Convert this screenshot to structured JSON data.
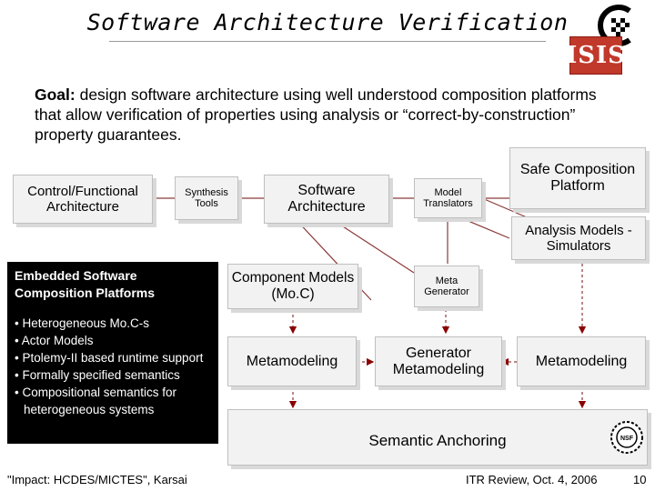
{
  "title": "Software Architecture Verification",
  "goal": {
    "lead": "Goal:",
    "text": " design software architecture using well understood composition platforms that allow verification of properties using analysis or “correct-by-construction” property guarantees."
  },
  "boxes": {
    "control": "Control/Functional Architecture",
    "synthesis": "Synthesis Tools",
    "software_arch": "Software Architecture",
    "model_translators": "Model Translators",
    "safe_platform": "Safe Composition Platform",
    "analysis_models": "Analysis Models - Simulators",
    "component_models": "Component Models (Mo.C)",
    "meta_generator": "Meta Generator",
    "metamodeling_left": "Metamodeling",
    "generator_metamodeling": "Generator Metamodeling",
    "metamodeling_right": "Metamodeling",
    "semantic_anchoring": "Semantic Anchoring"
  },
  "embedded": {
    "title": "Embedded Software Composition Platforms",
    "bullets": [
      "• Heterogeneous  Mo.C-s",
      "• Actor Models",
      "• Ptolemy-II based runtime support",
      "• Formally specified semantics",
      "• Compositional semantics for heterogeneous systems"
    ]
  },
  "footer": {
    "left": "\"Impact: HCDES/MICTES\", Karsai",
    "center": "ITR Review, Oct. 4, 2006",
    "page": "10"
  },
  "logos": {
    "isis_text": "ISIS",
    "nsf_text": "NSF"
  },
  "colors": {
    "box_fill": "#f2f2f2",
    "box_border": "#bfbfbf",
    "dark_box": "#000000",
    "arrow": "#c0504d",
    "isis_red": "#c0392b"
  }
}
